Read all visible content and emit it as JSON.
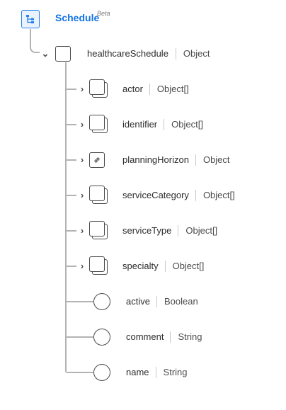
{
  "root": {
    "title": "Schedule",
    "badge": "Beta",
    "icon": "schema-tree-icon"
  },
  "main_field": {
    "name": "healthcareSchedule",
    "type": "Object",
    "expanded": true
  },
  "fields": [
    {
      "name": "actor",
      "type": "Object[]",
      "kind": "array",
      "expandable": true
    },
    {
      "name": "identifier",
      "type": "Object[]",
      "kind": "array",
      "expandable": true
    },
    {
      "name": "planningHorizon",
      "type": "Object",
      "kind": "link",
      "expandable": true
    },
    {
      "name": "serviceCategory",
      "type": "Object[]",
      "kind": "array",
      "expandable": true
    },
    {
      "name": "serviceType",
      "type": "Object[]",
      "kind": "array",
      "expandable": true
    },
    {
      "name": "specialty",
      "type": "Object[]",
      "kind": "array",
      "expandable": true
    },
    {
      "name": "active",
      "type": "Boolean",
      "kind": "primitive",
      "expandable": false
    },
    {
      "name": "comment",
      "type": "String",
      "kind": "primitive",
      "expandable": false
    },
    {
      "name": "name",
      "type": "String",
      "kind": "primitive",
      "expandable": false
    }
  ],
  "colors": {
    "accent": "#1473e6",
    "line": "#b3b3b3",
    "icon_stroke": "#4b4b4b"
  }
}
